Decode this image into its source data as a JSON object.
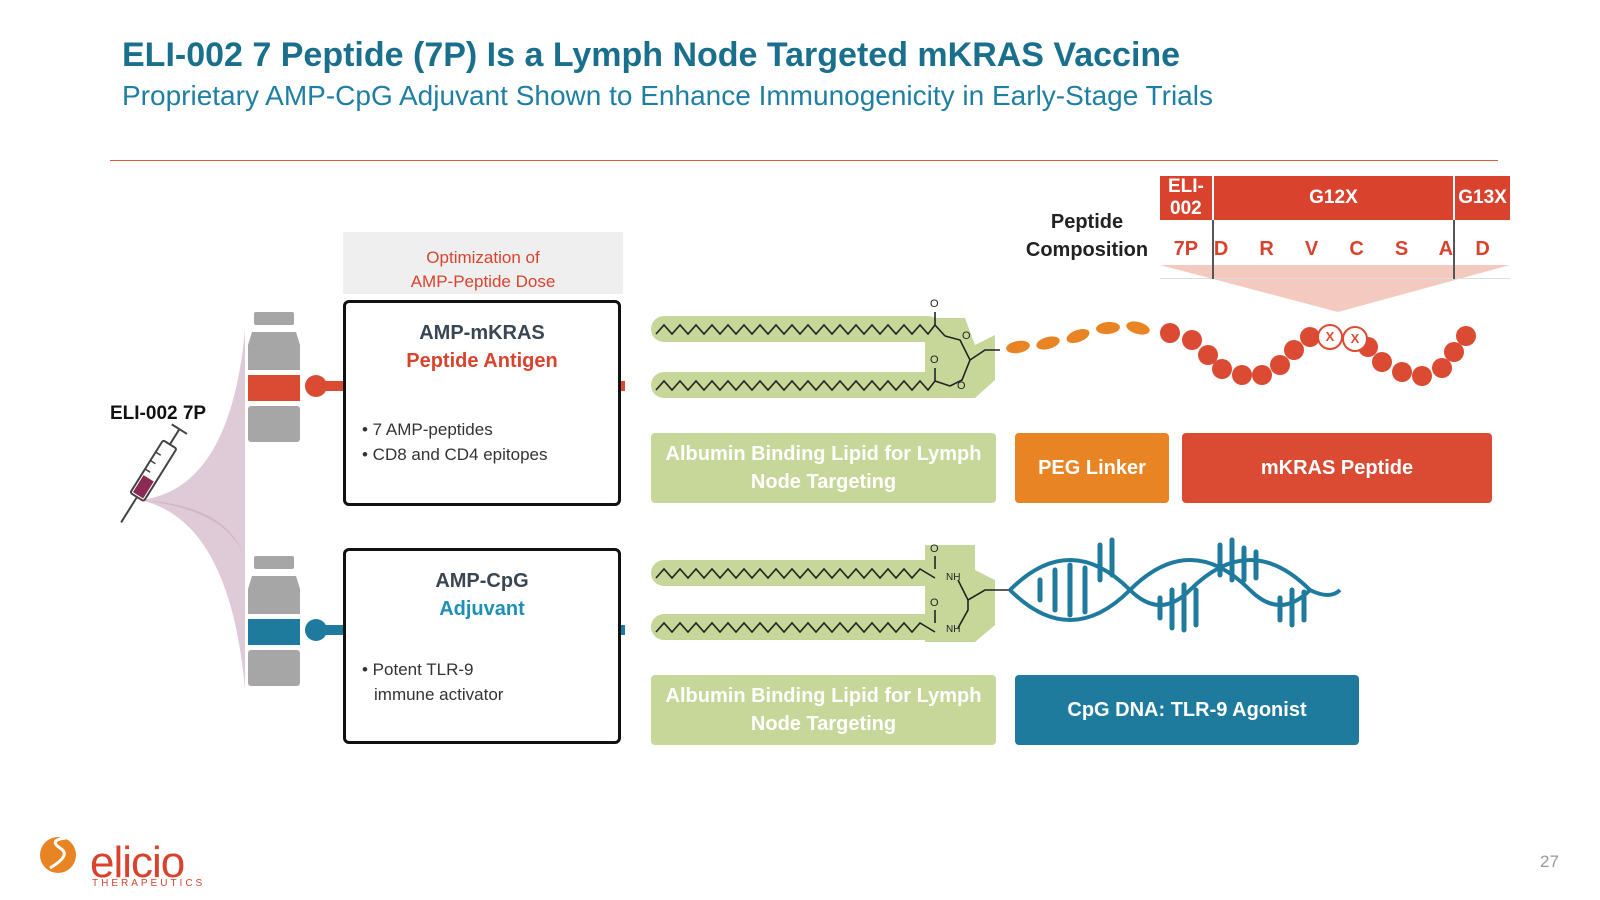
{
  "title": "ELI-002 7 Peptide (7P) Is a Lymph Node Targeted mKRAS Vaccine",
  "subtitle": "Proprietary AMP-CpG Adjuvant Shown to Enhance Immunogenicity in Early-Stage Trials",
  "vaccine_label": "ELI-002 7P",
  "optimization_note": [
    "Optimization of",
    "AMP-Peptide Dose"
  ],
  "peptide_box": {
    "title": "AMP-mKRAS",
    "subtitle": "Peptide Antigen",
    "bullets": [
      "• 7 AMP-peptides",
      "• CD8 and CD4 epitopes"
    ]
  },
  "adjuvant_box": {
    "title": "AMP-CpG",
    "subtitle": "Adjuvant",
    "bullets": [
      "• Potent TLR-9",
      "immune activator"
    ]
  },
  "peptide_composition": {
    "label": [
      "Peptide",
      "Composition"
    ],
    "headers": [
      "ELI-002",
      "G12X",
      "G13X"
    ],
    "row": [
      "7P",
      "D  R  V  C  S  A",
      "D"
    ]
  },
  "component_labels": {
    "lipid_top": [
      "Albumin Binding Lipid for Lymph",
      "Node Targeting"
    ],
    "peg": "PEG Linker",
    "mkras": "mKRAS Peptide",
    "lipid_bottom": [
      "Albumin Binding Lipid for Lymph",
      "Node Targeting"
    ],
    "cpg": "CpG DNA: TLR-9 Agonist"
  },
  "chem_labels": {
    "o": "O",
    "nh": "NH",
    "mutation": "X"
  },
  "logo": {
    "word": "elicio",
    "sub": "THERAPEUTICS"
  },
  "page_number": "27",
  "colors": {
    "title": "#1a6f8c",
    "accent_red": "#db4a32",
    "peg_orange": "#e88424",
    "lipid_green": "#c7d79a",
    "dna_blue": "#1f7b9e",
    "vial_gray": "#a6a6a6"
  }
}
